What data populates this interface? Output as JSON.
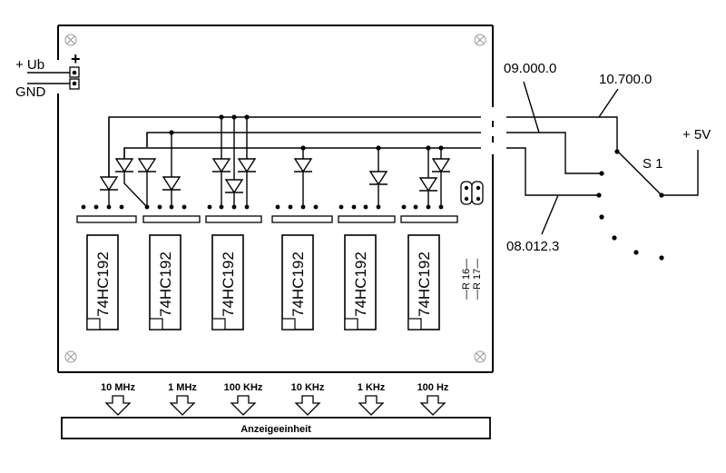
{
  "power": {
    "ub_label": "+ Ub",
    "gnd_label": "GND",
    "plus_marker": "+"
  },
  "chips": [
    {
      "label": "74HC192"
    },
    {
      "label": "74HC192"
    },
    {
      "label": "74HC192"
    },
    {
      "label": "74HC192"
    },
    {
      "label": "74HC192"
    },
    {
      "label": "74HC192"
    }
  ],
  "resistors": {
    "r16": "R 16",
    "r17": "R 17"
  },
  "switch": {
    "name": "S 1",
    "supply": "+ 5V",
    "presets": [
      {
        "label": "10.700.0"
      },
      {
        "label": "09.000.0"
      },
      {
        "label": "08.012.3"
      }
    ]
  },
  "outputs": [
    {
      "label": "10 MHz"
    },
    {
      "label": "1 MHz"
    },
    {
      "label": "100 KHz"
    },
    {
      "label": "10 KHz"
    },
    {
      "label": "1 KHz"
    },
    {
      "label": "100 Hz"
    }
  ],
  "display": {
    "label": "Anzeigeeinheit"
  }
}
